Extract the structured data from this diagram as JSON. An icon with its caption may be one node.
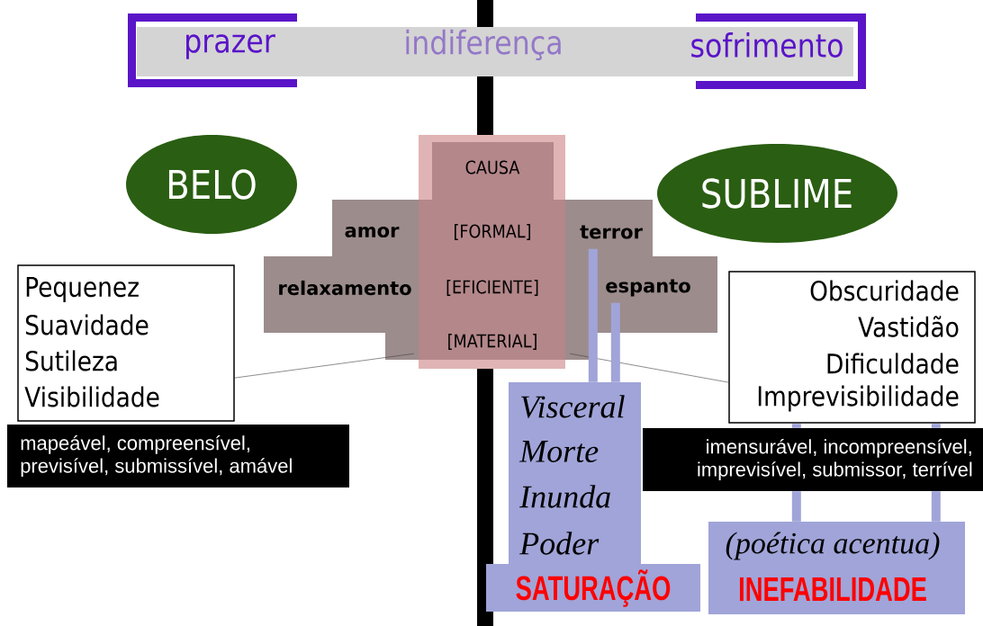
{
  "diagram": {
    "nodes": [
      {
        "text": [
          "indiferença"
        ]
      },
      {
        "text": [
          "prazer"
        ]
      },
      {
        "text": [
          "sofrimento"
        ]
      },
      {
        "text": [
          "BELO"
        ]
      },
      {
        "text": [
          "SUBLIME"
        ]
      },
      {
        "text": [
          "CAUSA",
          "[FORMAL]",
          "[EFICIENTE]",
          "[MATERIAL]"
        ]
      },
      {
        "text": [
          "amor",
          "relaxamento"
        ]
      },
      {
        "text": [
          "terror",
          "espanto"
        ]
      },
      {
        "text": [
          "Pequenez",
          "Suavidade",
          "Sutileza",
          "Visibilidade"
        ]
      },
      {
        "text": [
          "mapeável, compreensível, previsível, submissível, amável"
        ]
      },
      {
        "text": [
          "Obscuridade",
          "Vastidão",
          "Dificuldade",
          "Imprevisibilidade"
        ]
      },
      {
        "text": [
          "imensurável, incompreensível, imprevisível, submissor, terrível"
        ]
      },
      {
        "text": [
          "Visceral",
          "Morte",
          "Inunda",
          "Poder"
        ]
      },
      {
        "text": [
          "SATURAÇÃO"
        ]
      },
      {
        "text": [
          "(poética acentua)",
          "INEFABILIDADE"
        ]
      },
      {
        "text": [],
        "shape": "bar"
      }
    ],
    "edges": [
      {
        "from": 5,
        "to": 8,
        "arrow": "none",
        "color": "#404040"
      },
      {
        "from": 5,
        "to": 10,
        "arrow": "none",
        "color": "#404040"
      },
      {
        "from": 7,
        "to": 12,
        "arrow": "none"
      },
      {
        "from": 7,
        "to": 12,
        "arrow": "none"
      },
      {
        "from": 10,
        "to": 11,
        "arrow": "none"
      },
      {
        "from": 10,
        "to": 11,
        "arrow": "none"
      },
      {
        "from": 11,
        "to": 14,
        "arrow": "none"
      },
      {
        "from": 11,
        "to": 14,
        "arrow": "none"
      }
    ]
  }
}
